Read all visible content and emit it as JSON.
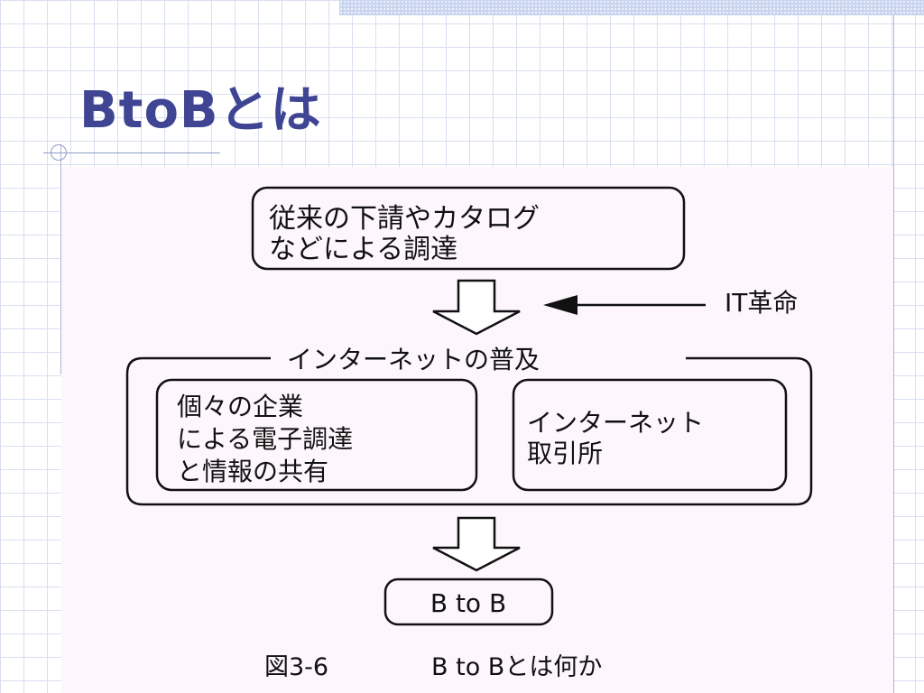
{
  "slide": {
    "title": "BtoBとは"
  },
  "diagram": {
    "top_box": [
      "従来の下請やカタログ",
      "などによる調達"
    ],
    "it_revolution_label": "IT革命",
    "internet_spread_label": "インターネットの普及",
    "left_inner_box": [
      "個々の企業",
      "による電子調達",
      "と情報の共有"
    ],
    "right_inner_box": [
      "インターネット",
      "取引所"
    ],
    "bottom_box": "B to B",
    "caption_number": "図3-6",
    "caption_text": "B to Bとは何か"
  }
}
